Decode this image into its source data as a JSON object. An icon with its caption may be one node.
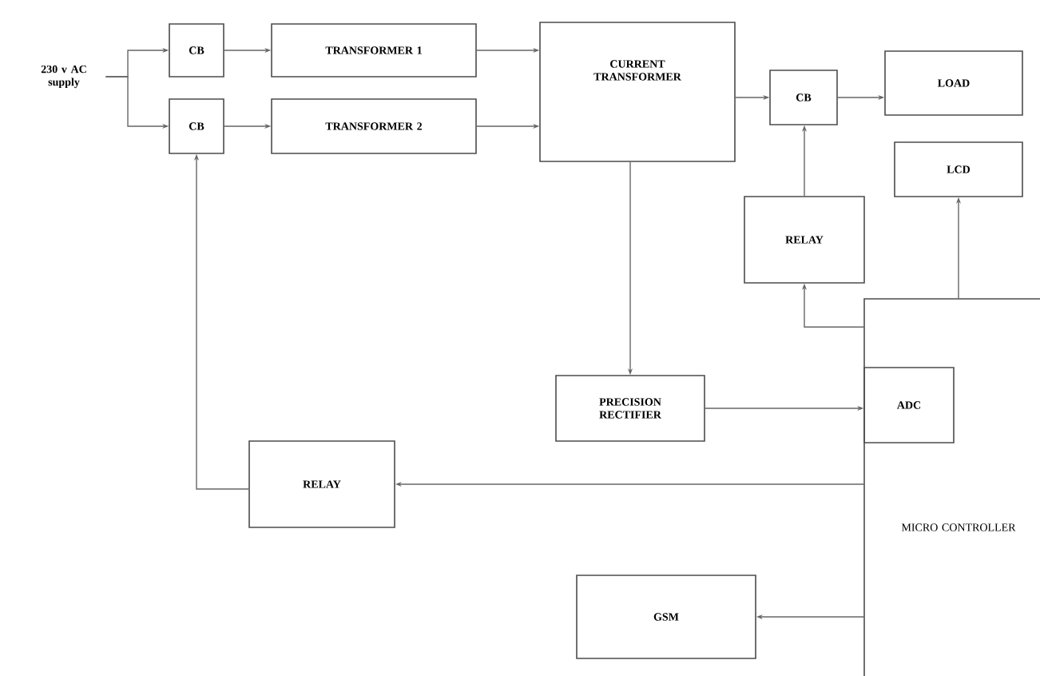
{
  "diagram": {
    "nodes": [
      {
        "text": [
          "230 v AC supply"
        ]
      },
      {
        "text": [
          "CB"
        ]
      },
      {
        "text": [
          "CB"
        ]
      },
      {
        "text": [
          "TRANSFORMER 1"
        ]
      },
      {
        "text": [
          "TRANSFORMER 2"
        ]
      },
      {
        "text": [
          "CURRENT TRANSFORMER"
        ]
      },
      {
        "text": [
          "CB"
        ]
      },
      {
        "text": [
          "LOAD"
        ]
      },
      {
        "text": [
          "LCD"
        ]
      },
      {
        "text": [
          "RELAY"
        ]
      },
      {
        "text": [
          "MICRO CONTROLLER"
        ]
      },
      {
        "text": [
          "ADC"
        ],
        "in": 10
      },
      {
        "text": [
          "PRECISION RECTIFIER"
        ]
      },
      {
        "text": [
          "RELAY"
        ]
      },
      {
        "text": [
          "GSM"
        ]
      }
    ],
    "edges": [
      {
        "from": 0,
        "to": 1,
        "arrow": "to"
      },
      {
        "from": 0,
        "to": 2,
        "arrow": "to"
      },
      {
        "from": 1,
        "to": 3,
        "arrow": "to"
      },
      {
        "from": 2,
        "to": 4,
        "arrow": "to"
      },
      {
        "from": 3,
        "to": 5,
        "arrow": "to"
      },
      {
        "from": 4,
        "to": 5,
        "arrow": "to"
      },
      {
        "from": 5,
        "to": 6,
        "arrow": "to"
      },
      {
        "from": 6,
        "to": 7,
        "arrow": "to"
      },
      {
        "from": 9,
        "to": 6,
        "arrow": "to"
      },
      {
        "from": 10,
        "to": 9,
        "arrow": "to"
      },
      {
        "from": 10,
        "to": 8,
        "arrow": "to"
      },
      {
        "from": 5,
        "to": 12,
        "arrow": "to"
      },
      {
        "from": 12,
        "to": 11,
        "arrow": "to"
      },
      {
        "from": 10,
        "to": 13,
        "arrow": "to"
      },
      {
        "from": 13,
        "to": 2,
        "arrow": "to"
      },
      {
        "from": 10,
        "to": 14,
        "arrow": "to"
      }
    ]
  }
}
